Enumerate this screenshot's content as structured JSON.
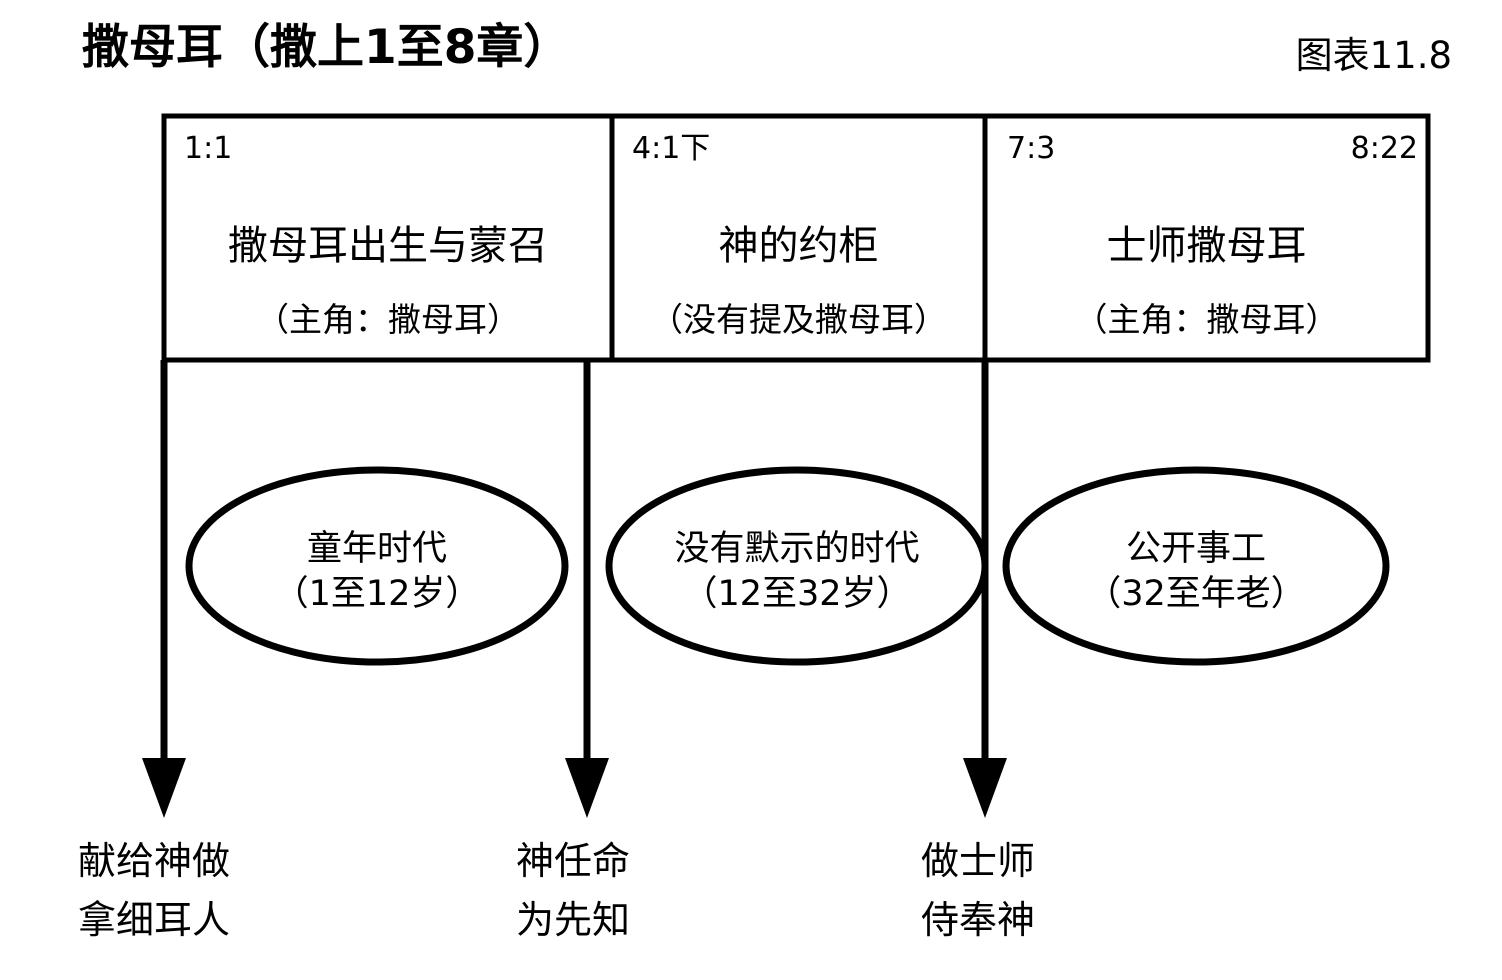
{
  "header": {
    "title": "撒母耳（撒上1至8章）",
    "figure_number": "图表11.8"
  },
  "sections": [
    {
      "start_ref": "1:1",
      "end_ref": "",
      "title": "撒母耳出生与蒙召",
      "note": "（主角：撒母耳）"
    },
    {
      "start_ref": "4:1下",
      "end_ref": "",
      "title": "神的约柜",
      "note": "（没有提及撒母耳）"
    },
    {
      "start_ref": "7:3",
      "end_ref": "8:22",
      "title": "士师撒母耳",
      "note": "（主角：撒母耳）"
    }
  ],
  "periods": [
    {
      "title": "童年时代",
      "range": "（1至12岁）"
    },
    {
      "title": "没有默示的时代",
      "range": "（12至32岁）"
    },
    {
      "title": "公开事工",
      "range": "（32至年老）"
    }
  ],
  "outcomes": [
    {
      "line1": "献给神做",
      "line2": "拿细耳人"
    },
    {
      "line1": "神任命",
      "line2": "为先知"
    },
    {
      "line1": "做士师",
      "line2": "侍奉神"
    }
  ],
  "colors": {
    "stroke": "#000000",
    "background": "#ffffff",
    "text": "#000000"
  }
}
